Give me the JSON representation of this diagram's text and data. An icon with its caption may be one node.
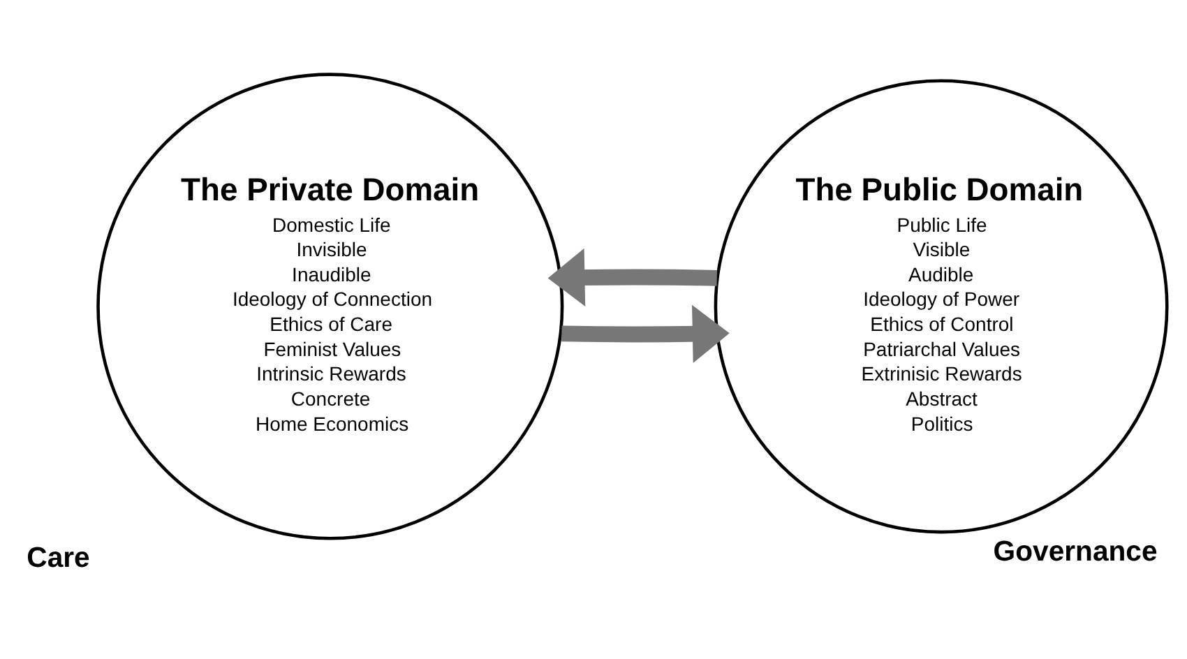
{
  "diagram": {
    "nodes": [
      {
        "text": [
          "The Private Domain",
          "Domestic Life",
          "Invisible",
          "Inaudible",
          "Ideology of Connection",
          "Ethics of Care",
          "Feminist Values",
          "Intrinsic Rewards",
          "Concrete",
          "Home Economics"
        ],
        "beside": [
          "Care"
        ]
      },
      {
        "text": [
          "The Public Domain",
          "Public Life",
          "Visible",
          "Audible",
          "Ideology of Power",
          "Ethics of Control",
          "Patriarchal Values",
          "Extrinisic Rewards",
          "Abstract",
          "Politics"
        ],
        "beside": [
          "Governance"
        ]
      }
    ],
    "edges": [
      {
        "from": 1,
        "to": 0,
        "arrow": "to"
      },
      {
        "from": 0,
        "to": 1,
        "arrow": "to"
      }
    ]
  }
}
